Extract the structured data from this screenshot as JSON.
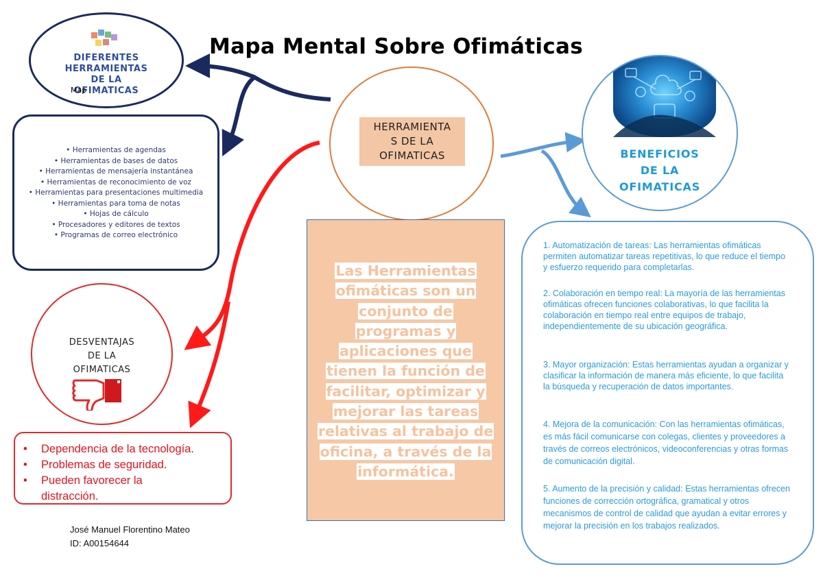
{
  "title": "Mapa Mental Sobre Ofimáticas",
  "tools_node": {
    "title_lines": [
      "DIFERENTES",
      "HERRAMIENTAS",
      "DE LA",
      "OFIMATICAS"
    ],
    "image_caption": "Map",
    "icon": "office-apps-icon"
  },
  "tools_list": [
    "• Herramientas de agendas",
    "• Herramientas de bases de datos",
    "• Herramientas de mensajería instantánea",
    "• Herramientas de reconocimiento de voz",
    "• Herramientas para presentaciones multimedia",
    "• Herramientas para toma de notas",
    "• Hojas de cálculo",
    "• Procesadores y editores de textos",
    "• Programas de correo electrónico"
  ],
  "center": {
    "label_lines": [
      "HERRAMIENTA",
      "S DE LA",
      "OFIMATICAS"
    ]
  },
  "definition": "Las Herramientas ofimáticas son un conjunto de programas y aplicaciones que tienen la función de facilitar, optimizar y mejorar las tareas relativas al trabajo de oficina, a través de la informática.",
  "benefits_node": {
    "label_lines": [
      "BENEFICIOS",
      "DE LA",
      "OFIMATICAS"
    ],
    "icon": "cloud-technology-photo"
  },
  "benefits": [
    "1. Automatización de tareas: Las herramientas ofimáticas permiten automatizar tareas repetitivas, lo que reduce el tiempo y esfuerzo requerido para completarlas.",
    "2. Colaboración en tiempo real: La mayoría de las herramientas ofimáticas ofrecen funciones colaborativas, lo que facilita la colaboración en tiempo real entre equipos de trabajo, independientemente de su ubicación geográfica.",
    "3. Mayor organización: Estas herramientas ayudan a organizar y clasificar la información de manera más eficiente, lo que facilita la búsqueda y recuperación de datos importantes.",
    "4. Mejora de la comunicación: Con las herramientas ofimáticas, es más fácil comunicarse con colegas, clientes y proveedores a través de correos electrónicos, videoconferencias y otras formas de comunicación digital.",
    "5. Aumento de la precisión y calidad: Estas herramientas ofrecen funciones de corrección ortográfica, gramatical y otros mecanismos de control de calidad que ayudan a evitar errores y mejorar la precisión en los trabajos realizados."
  ],
  "disadvantages_node": {
    "label_lines": [
      "DESVENTAJAS",
      "DE LA",
      "OFIMATICAS"
    ],
    "icon": "thumbs-down-icon"
  },
  "disadvantages": [
    "Dependencia de la tecnología.",
    "Problemas de seguridad.",
    "Pueden favorecer la",
    "distracción."
  ],
  "author": {
    "name": "José Manuel Florentino Mateo",
    "id": "ID: A00154644"
  },
  "colors": {
    "navy": "#1b2a5e",
    "orange": "#e07b39",
    "peach": "#f6c8a6",
    "light_blue": "#5b9bd5",
    "red": "#e02b2b"
  }
}
